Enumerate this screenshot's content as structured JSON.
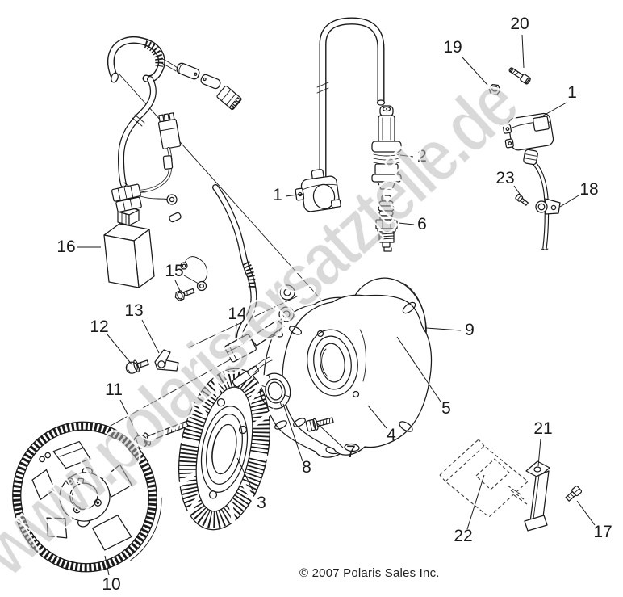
{
  "diagram": {
    "title_hidden": "",
    "watermark_text": "www.polaris-ersatzteile.de",
    "copyright_text": "© 2007 Polaris Sales Inc.",
    "colors": {
      "line": "#1a1a1a",
      "watermark": "#b7b7b7",
      "background": "#ffffff"
    },
    "callouts": {
      "1": "1",
      "2": "2",
      "3": "3",
      "4": "4",
      "5": "5",
      "6": "6",
      "7": "7",
      "8": "8",
      "9": "9",
      "10": "10",
      "11": "11",
      "12": "12",
      "13": "13",
      "14": "14",
      "15": "15",
      "16": "16",
      "17": "17",
      "18": "18",
      "19": "19",
      "20": "20",
      "21": "21",
      "22": "22",
      "23": "23"
    }
  }
}
